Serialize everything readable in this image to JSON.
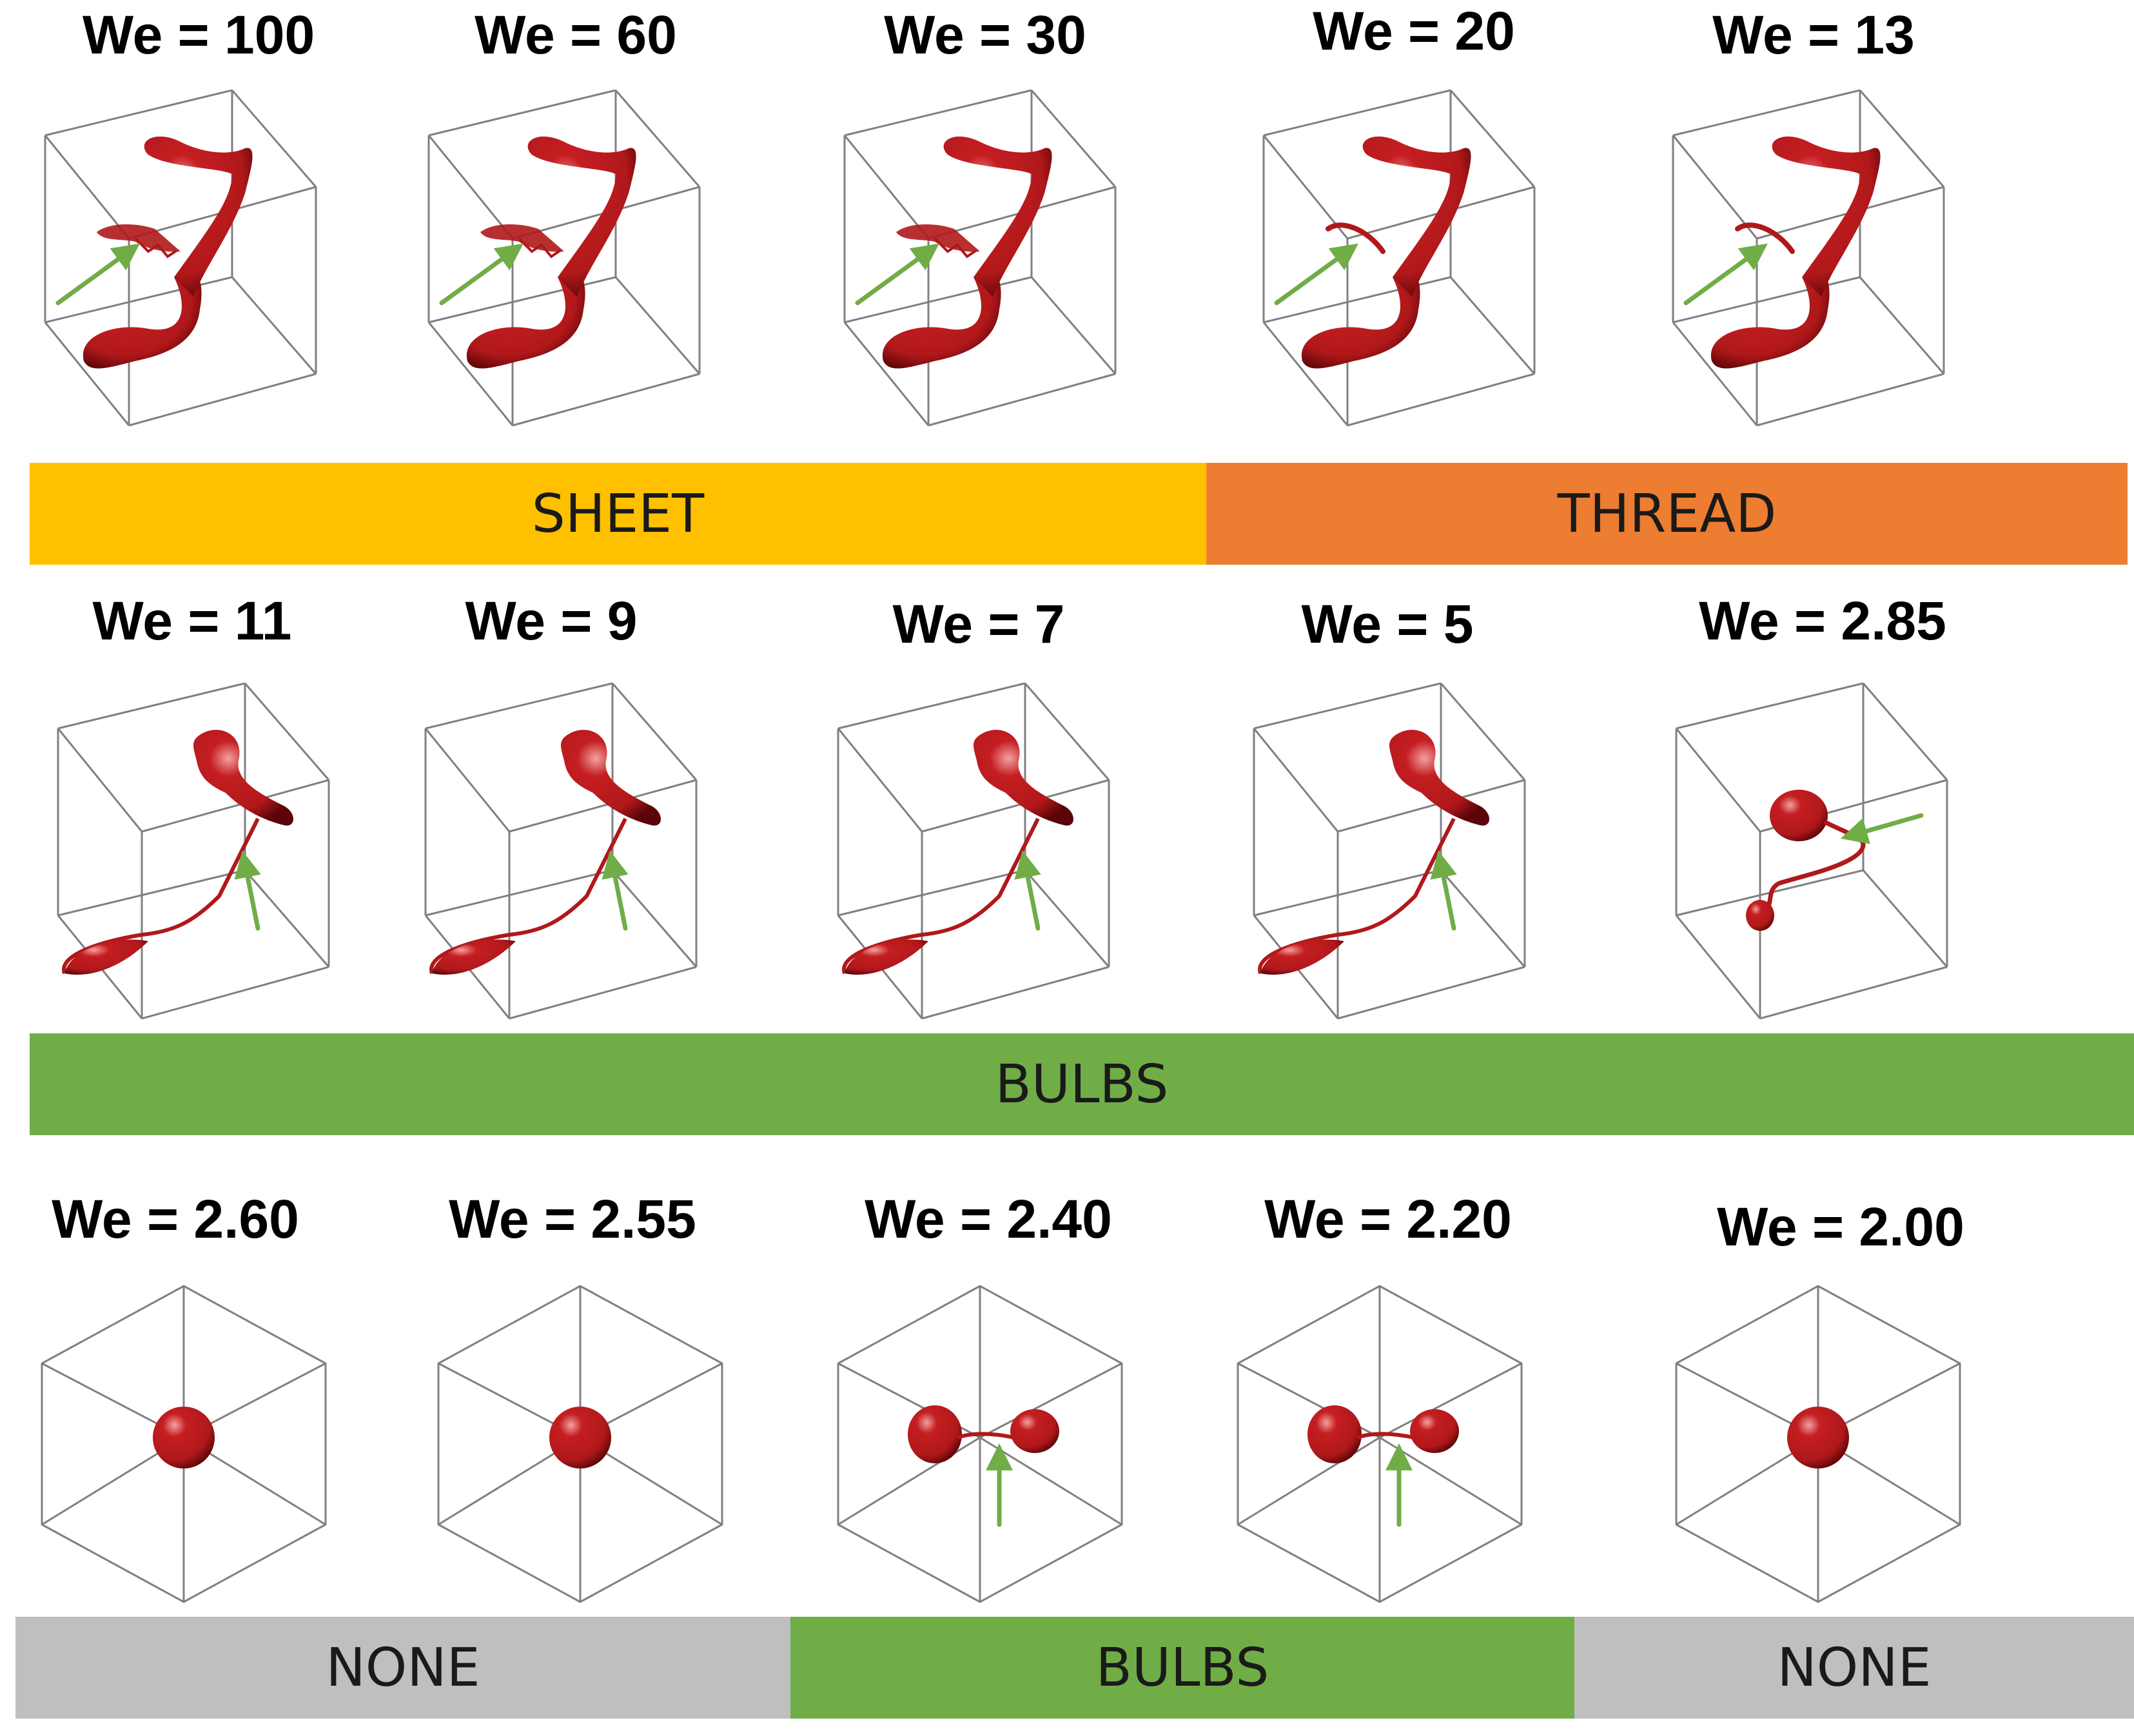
{
  "colors": {
    "sheet": "#FFC000",
    "thread": "#ED7D31",
    "bulbs": "#70AD47",
    "none": "#BFBFBF",
    "droplet": "#B0181A",
    "arrow": "#70AD47",
    "box": "#808080"
  },
  "row1": {
    "panels": [
      {
        "label": "We = 100",
        "shape": "sheet"
      },
      {
        "label": "We = 60",
        "shape": "sheet"
      },
      {
        "label": "We = 30",
        "shape": "sheet"
      },
      {
        "label": "We = 20",
        "shape": "thread"
      },
      {
        "label": "We = 13",
        "shape": "thread"
      }
    ],
    "bands": [
      {
        "text": "SHEET",
        "regime": "sheet"
      },
      {
        "text": "THREAD",
        "regime": "thread"
      }
    ]
  },
  "row2": {
    "panels": [
      {
        "label": "We = 11",
        "shape": "bulbs"
      },
      {
        "label": "We = 9",
        "shape": "bulbs"
      },
      {
        "label": "We = 7",
        "shape": "bulbs"
      },
      {
        "label": "We = 5",
        "shape": "bulbs"
      },
      {
        "label": "We = 2.85",
        "shape": "bulbs-small"
      }
    ],
    "bands": [
      {
        "text": "BULBS",
        "regime": "bulbs"
      }
    ]
  },
  "row3": {
    "panels": [
      {
        "label": "We = 2.60",
        "shape": "sphere"
      },
      {
        "label": "We = 2.55",
        "shape": "sphere"
      },
      {
        "label": "We = 2.40",
        "shape": "pair"
      },
      {
        "label": "We = 2.20",
        "shape": "pair"
      },
      {
        "label": "We = 2.00",
        "shape": "sphere"
      }
    ],
    "bands": [
      {
        "text": "NONE",
        "regime": "none"
      },
      {
        "text": "BULBS",
        "regime": "bulbs"
      },
      {
        "text": "NONE",
        "regime": "none"
      }
    ]
  }
}
